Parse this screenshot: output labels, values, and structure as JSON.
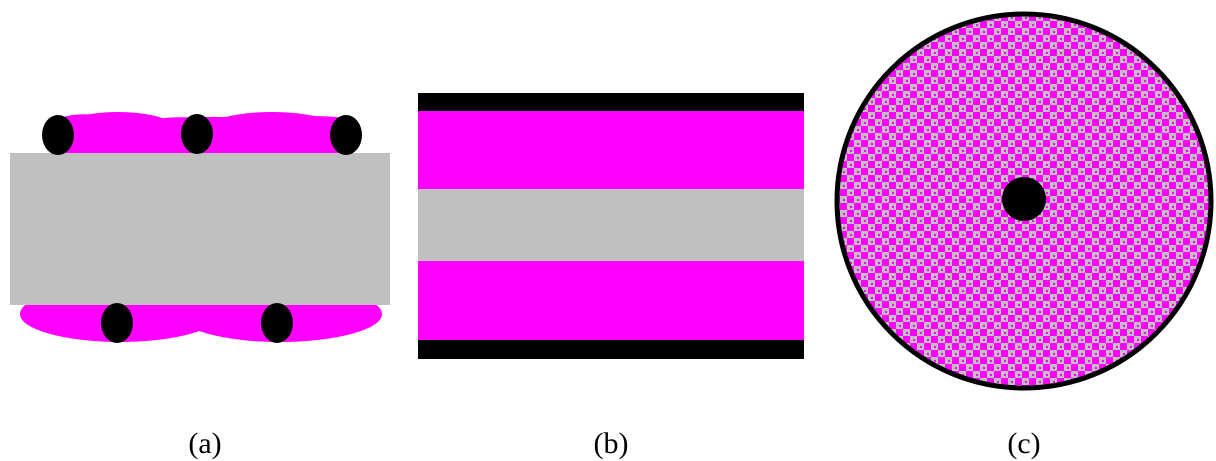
{
  "panels": [
    {
      "id": "a",
      "caption": "(a)"
    },
    {
      "id": "b",
      "caption": "(b)"
    },
    {
      "id": "c",
      "caption": "(c)"
    }
  ],
  "colors": {
    "magenta": "#ff00ff",
    "gray": "#c0c0c0",
    "black": "#000000",
    "background": "#ffffff"
  }
}
